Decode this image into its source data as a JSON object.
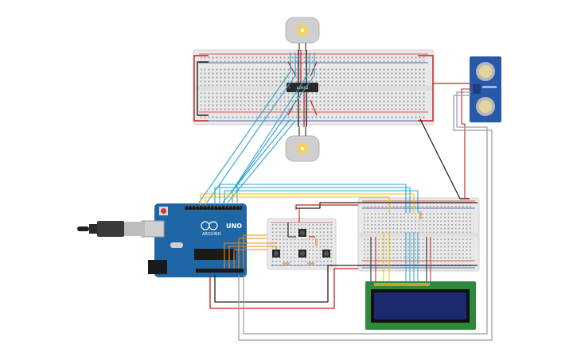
{
  "components": {
    "driver_chip": {
      "label": "L293D"
    },
    "arduino": {
      "model_label": "UNO",
      "brand_label": "ARDUINO"
    },
    "lcd": {
      "type": "16x2 character LCD"
    },
    "sensor": {
      "type": "ultrasonic distance sensor"
    },
    "motors": {
      "count": 2
    },
    "pushbuttons": {
      "count": 4
    }
  },
  "colors": {
    "breadboard": "#e9e9e9",
    "rail_red": "#e02020",
    "rail_blue": "#2040b0",
    "wire_blue": "#2aa4cf",
    "wire_yellow": "#f2c200",
    "wire_orange": "#e88a1a",
    "wire_black": "#222222",
    "wire_red": "#c81e1e",
    "wire_gray": "#9a9a9a",
    "arduino_board": "#1f66a6",
    "lcd_pcb": "#2d8a3a",
    "lcd_screen": "#1b2a6e",
    "sensor_board": "#2858a8"
  }
}
